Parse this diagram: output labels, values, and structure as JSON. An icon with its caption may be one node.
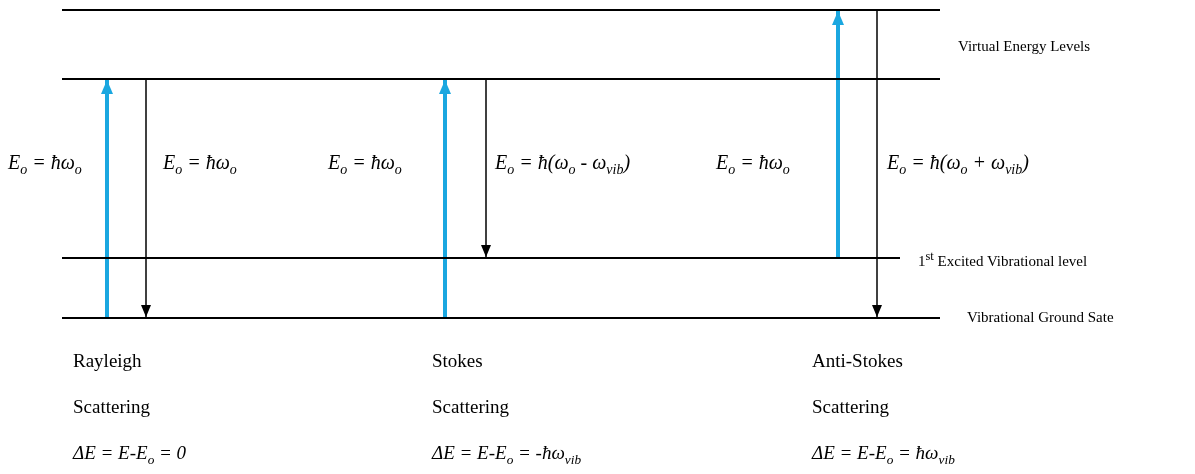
{
  "diagram": {
    "nodes": [
      {
        "text": [],
        "shape": "bar"
      },
      {
        "text": [],
        "shape": "bar"
      },
      {
        "text": [],
        "shape": "bar",
        "beside": [
          "1$^{st}$ Excited Vibrational level"
        ]
      },
      {
        "text": [],
        "shape": "bar",
        "beside": [
          "Vibrational Ground Sate"
        ]
      }
    ],
    "edges": [
      {
        "from": 3,
        "to": 1,
        "arrow": "to",
        "color": "#1aa7e0",
        "style": "thick",
        "label": "E$_{o}$ = ħω$_{o}$"
      },
      {
        "from": 1,
        "to": 3,
        "arrow": "to",
        "color": "#000000",
        "label": "E$_{o}$ = ħω$_{o}$"
      },
      {
        "from": 3,
        "to": 1,
        "arrow": "to",
        "color": "#1aa7e0",
        "style": "thick",
        "label": "E$_{o}$ = ħω$_{o}$"
      },
      {
        "from": 1,
        "to": 2,
        "arrow": "to",
        "color": "#000000",
        "label": "E$_{o}$ = ħ(ω$_{o}$ - ω$_{vib}$)"
      },
      {
        "from": 2,
        "to": 0,
        "arrow": "to",
        "color": "#1aa7e0",
        "style": "thick",
        "label": "E$_{o}$ = ħω$_{o}$"
      },
      {
        "from": 0,
        "to": 3,
        "arrow": "to",
        "color": "#000000",
        "label": "E$_{o}$ = ħ(ω$_{o}$ + ω$_{vib}$)"
      }
    ],
    "labels": [
      "Virtual Energy Levels",
      "Rayleigh",
      "Stokes",
      "Anti-Stokes",
      "Scattering",
      "Scattering",
      "Scattering",
      "ΔE = E-E$_{o}$ = 0",
      "ΔE = E-E$_{o}$ = -ħω$_{vib}$",
      "ΔE = E-E$_{o}$ = ħω$_{vib}$"
    ]
  }
}
